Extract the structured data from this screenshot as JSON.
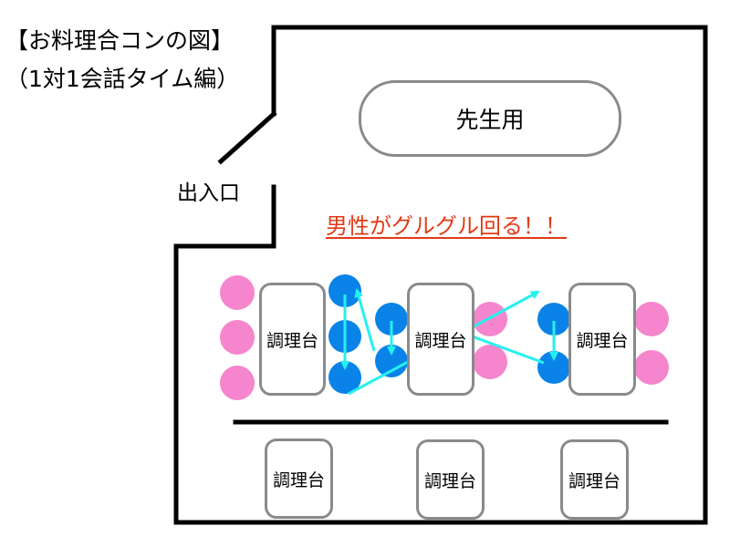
{
  "title": {
    "line1": "【お料理合コンの図】",
    "line2": "（1対1会話タイム編）"
  },
  "teacher_table": {
    "label": "先生用"
  },
  "entrance": {
    "label": "出入口"
  },
  "callout": {
    "text": "男性がグルグル回る！！",
    "color": "#e23a17"
  },
  "stations": [
    {
      "label": "調理台"
    },
    {
      "label": "調理台"
    },
    {
      "label": "調理台"
    },
    {
      "label": "調理台"
    },
    {
      "label": "調理台"
    },
    {
      "label": "調理台"
    }
  ],
  "legend_colors": {
    "female_seat": "#f585cc",
    "male_seat": "#0a83e8",
    "rotation_arrow": "#26f0ee",
    "outline": "#8a8a8a"
  }
}
